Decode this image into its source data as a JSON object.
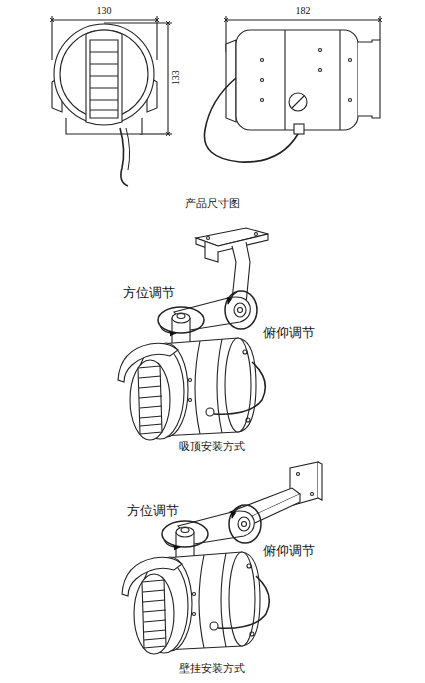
{
  "diagram": {
    "labels": [
      "130",
      "133",
      "182",
      "产品尺寸图",
      "方位调节",
      "俯仰调节",
      "吸顶安装方式",
      "方位调节",
      "俯仰调节",
      "壁挂安装方式"
    ]
  }
}
